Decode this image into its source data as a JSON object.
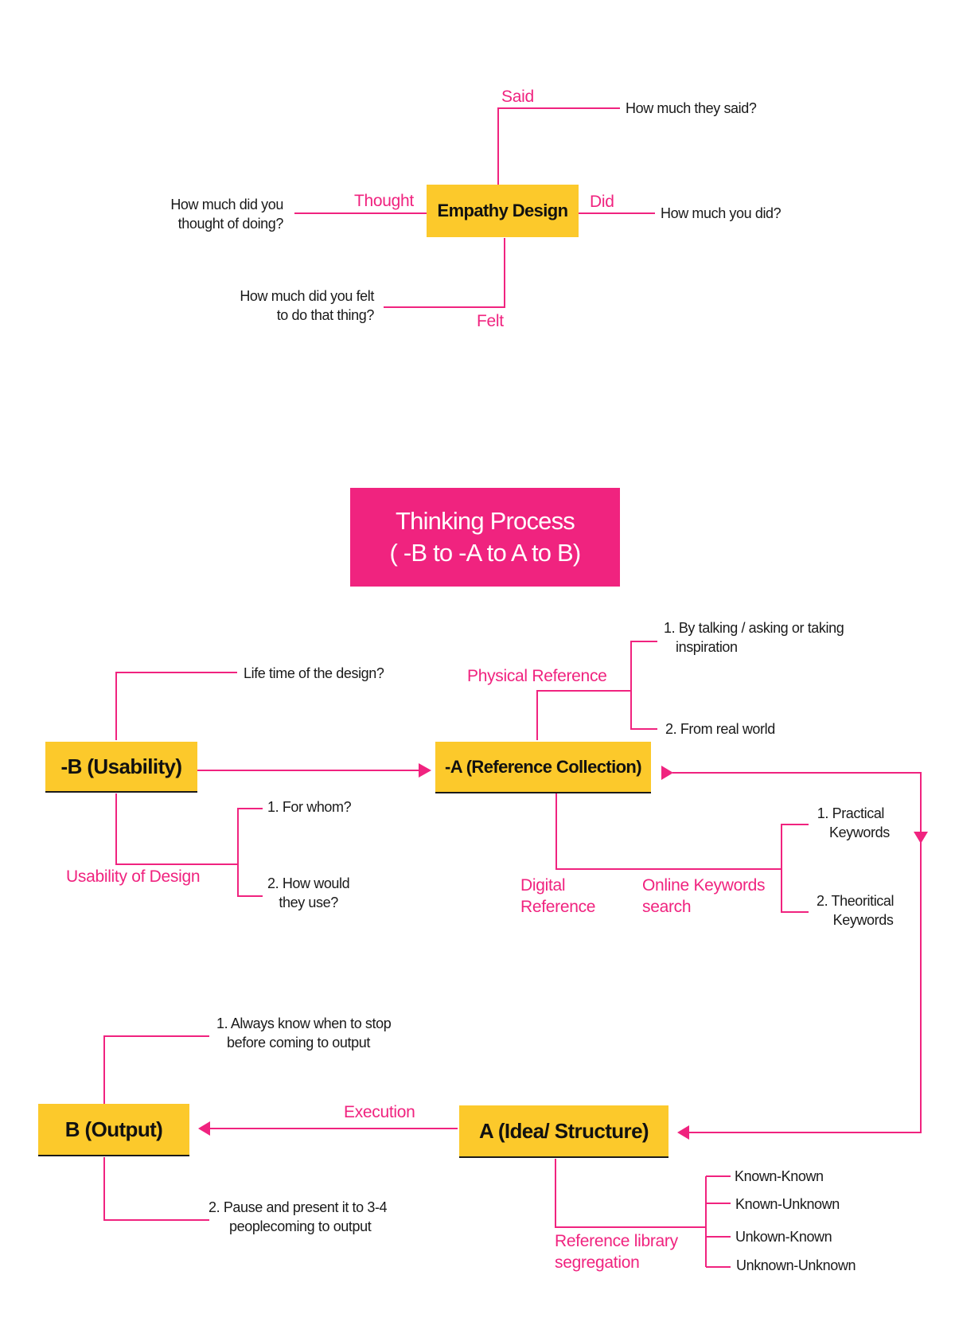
{
  "colors": {
    "accent_pink": "#f0237f",
    "box_yellow": "#fcc92b",
    "text_dark": "#1a1a1a"
  },
  "empathy": {
    "center": "Empathy Design",
    "said": {
      "label": "Said",
      "question": "How much they said?"
    },
    "did": {
      "label": "Did",
      "question": "How much you did?"
    },
    "thought": {
      "label": "Thought",
      "question_lines": [
        "How much did you",
        "thought of doing?"
      ]
    },
    "felt": {
      "label": "Felt",
      "question_lines": [
        "How much did you felt",
        "to do that thing?"
      ]
    }
  },
  "thinking_title": {
    "line1": "Thinking Process",
    "line2": "( -B to -A to A to B)"
  },
  "usability": {
    "box": "-B (Usability)",
    "lifetime": "Life time of the design?",
    "branch_label": "Usability of Design",
    "item1": "1. For whom?",
    "item2_lines": [
      "2. How would",
      "they use?"
    ]
  },
  "reference": {
    "box": "-A (Reference Collection)",
    "physical_label": "Physical Reference",
    "physical_item1_lines": [
      "1.  By talking / asking or taking",
      "inspiration"
    ],
    "physical_item2": "2. From real world",
    "digital_label_lines": [
      "Digital",
      "Reference"
    ],
    "online_label_lines": [
      "Online Keywords",
      "search"
    ],
    "kw1_lines": [
      "1. Practical",
      "Keywords"
    ],
    "kw2_lines": [
      "2. Theoritical",
      "Keywords"
    ]
  },
  "output": {
    "box": "B (Output)",
    "item1_lines": [
      "1. Always know when to stop",
      "before coming to output"
    ],
    "item2_lines": [
      "2. Pause and present it to 3-4",
      "peoplecoming to output"
    ]
  },
  "idea": {
    "box": "A (Idea/ Structure)",
    "execution_label": "Execution",
    "library_label_lines": [
      "Reference library",
      "segregation"
    ],
    "categories": [
      "Known-Known",
      "Known-Unknown",
      "Unkown-Known",
      "Unknown-Unknown"
    ]
  }
}
